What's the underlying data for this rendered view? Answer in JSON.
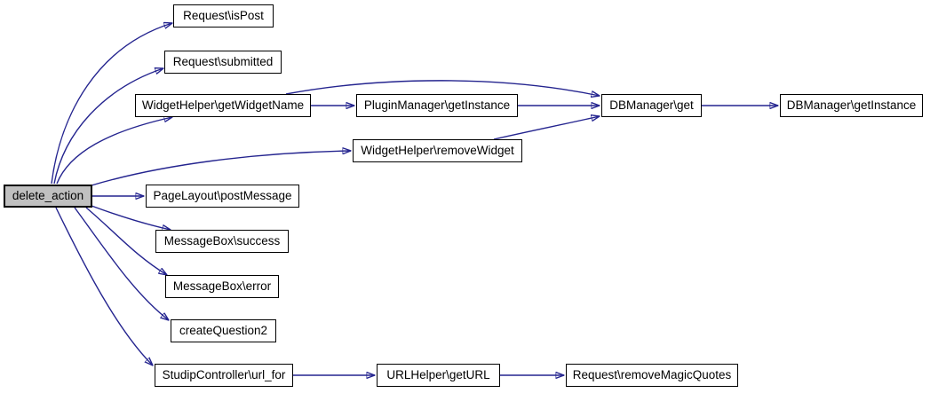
{
  "diagram": {
    "type": "call-graph",
    "colors": {
      "edge": "#24248f",
      "node_border": "#000000",
      "node_fill": "#ffffff",
      "highlight_fill": "#c0c0c0",
      "text": "#000000",
      "background": "#ffffff"
    },
    "nodes": {
      "delete_action": {
        "label": "delete_action",
        "highlighted": true
      },
      "request_ispost": {
        "label": "Request\\isPost"
      },
      "request_submitted": {
        "label": "Request\\submitted"
      },
      "widgethelper_getwidgetname": {
        "label": "WidgetHelper\\getWidgetName"
      },
      "pluginmanager_getinstance": {
        "label": "PluginManager\\getInstance"
      },
      "dbmanager_get": {
        "label": "DBManager\\get"
      },
      "dbmanager_getinstance": {
        "label": "DBManager\\getInstance"
      },
      "widgethelper_removewidget": {
        "label": "WidgetHelper\\removeWidget"
      },
      "pagelayout_postmessage": {
        "label": "PageLayout\\postMessage"
      },
      "messagebox_success": {
        "label": "MessageBox\\success"
      },
      "messagebox_error": {
        "label": "MessageBox\\error"
      },
      "createquestion2": {
        "label": "createQuestion2"
      },
      "studipcontroller_url_for": {
        "label": "StudipController\\url_for"
      },
      "urlhelper_geturl": {
        "label": "URLHelper\\getURL"
      },
      "request_removemagicquotes": {
        "label": "Request\\removeMagicQuotes"
      }
    },
    "edges": [
      {
        "from": "delete_action",
        "to": "request_ispost"
      },
      {
        "from": "delete_action",
        "to": "request_submitted"
      },
      {
        "from": "delete_action",
        "to": "widgethelper_getwidgetname"
      },
      {
        "from": "delete_action",
        "to": "widgethelper_removewidget"
      },
      {
        "from": "delete_action",
        "to": "pagelayout_postmessage"
      },
      {
        "from": "delete_action",
        "to": "messagebox_success"
      },
      {
        "from": "delete_action",
        "to": "messagebox_error"
      },
      {
        "from": "delete_action",
        "to": "createquestion2"
      },
      {
        "from": "delete_action",
        "to": "studipcontroller_url_for"
      },
      {
        "from": "widgethelper_getwidgetname",
        "to": "pluginmanager_getinstance"
      },
      {
        "from": "widgethelper_getwidgetname",
        "to": "dbmanager_get"
      },
      {
        "from": "pluginmanager_getinstance",
        "to": "dbmanager_get"
      },
      {
        "from": "widgethelper_removewidget",
        "to": "dbmanager_get"
      },
      {
        "from": "dbmanager_get",
        "to": "dbmanager_getinstance"
      },
      {
        "from": "studipcontroller_url_for",
        "to": "urlhelper_geturl"
      },
      {
        "from": "urlhelper_geturl",
        "to": "request_removemagicquotes"
      }
    ]
  }
}
